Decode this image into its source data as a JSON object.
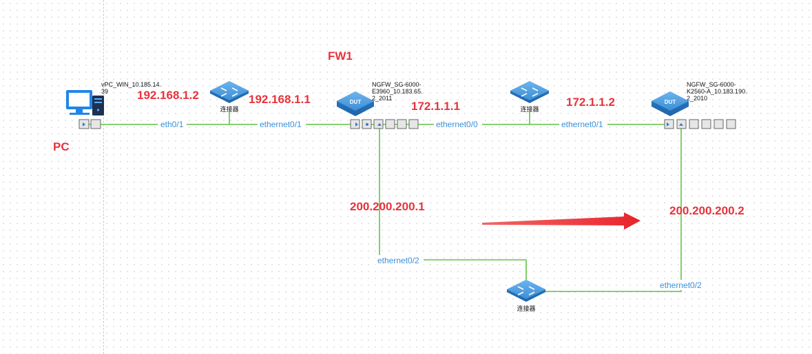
{
  "annotations": {
    "fw1": "FW1",
    "pc": "PC",
    "ip_pc": "192.168.1.2",
    "ip_fw1_e1": "192.168.1.1",
    "ip_fw1_e0": "172.1.1.1",
    "ip_dut2_e1": "172.1.1.2",
    "ip_fw1_e2": "200.200.200.1",
    "ip_dut2_e2": "200.200.200.2"
  },
  "devices": {
    "pc": {
      "name_line1": "vPC_WIN_10.185.14.",
      "name_line2": "39"
    },
    "fw1": {
      "name_line1": "NGFW_SG-6000-",
      "name_line2": "E3960_10.183.65.",
      "name_line3": "2_2011",
      "badge": "DUT"
    },
    "dut2": {
      "name_line1": "NGFW_SG-6000-",
      "name_line2": "K2560-A_10.183.190.",
      "name_line3": "2_2010",
      "badge": "DUT"
    }
  },
  "switches": {
    "sw1": "连接器",
    "sw2": "连接器",
    "sw3": "连接器"
  },
  "interfaces": {
    "pc_eth": "eth0/1",
    "fw1_e1": "ethernet0/1",
    "fw1_e0": "ethernet0/0",
    "dut2_e1": "ethernet0/1",
    "fw1_e2": "ethernet0/2",
    "dut2_e2": "ethernet0/2"
  },
  "colors": {
    "link": "#5fc342",
    "annotation": "#e8323c",
    "interface_label": "#3a8fd8",
    "device_blue": "#3b8fd6"
  }
}
